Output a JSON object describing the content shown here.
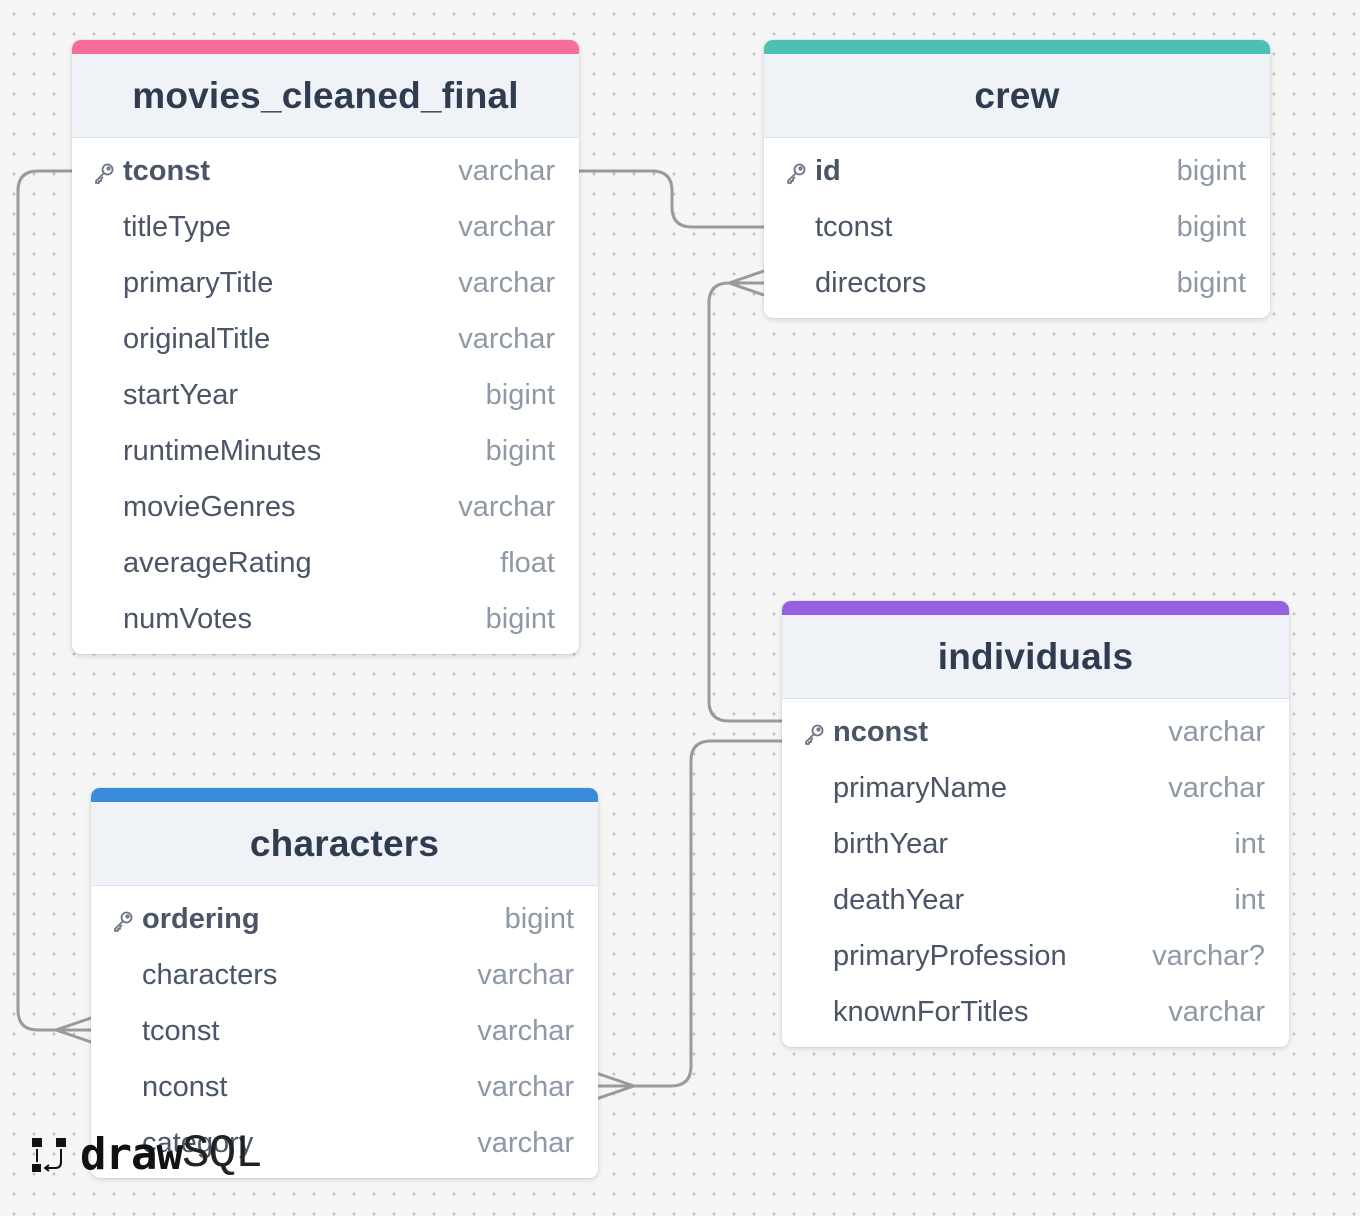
{
  "colors": {
    "movies_accent": "#f76e9b",
    "crew_accent": "#4cc1b3",
    "individuals_accent": "#9660e0",
    "characters_accent": "#378cdb",
    "connector": "#9a9a9a"
  },
  "tables": {
    "movies": {
      "name": "movies_cleaned_final",
      "rows": [
        {
          "name": "tconst",
          "type": "varchar",
          "pk": true
        },
        {
          "name": "titleType",
          "type": "varchar"
        },
        {
          "name": "primaryTitle",
          "type": "varchar"
        },
        {
          "name": "originalTitle",
          "type": "varchar"
        },
        {
          "name": "startYear",
          "type": "bigint"
        },
        {
          "name": "runtimeMinutes",
          "type": "bigint"
        },
        {
          "name": "movieGenres",
          "type": "varchar"
        },
        {
          "name": "averageRating",
          "type": "float"
        },
        {
          "name": "numVotes",
          "type": "bigint"
        }
      ]
    },
    "crew": {
      "name": "crew",
      "rows": [
        {
          "name": "id",
          "type": "bigint",
          "pk": true
        },
        {
          "name": "tconst",
          "type": "bigint"
        },
        {
          "name": "directors",
          "type": "bigint"
        }
      ]
    },
    "individuals": {
      "name": "individuals",
      "rows": [
        {
          "name": "nconst",
          "type": "varchar",
          "pk": true
        },
        {
          "name": "primaryName",
          "type": "varchar"
        },
        {
          "name": "birthYear",
          "type": "int"
        },
        {
          "name": "deathYear",
          "type": "int"
        },
        {
          "name": "primaryProfession",
          "type": "varchar?"
        },
        {
          "name": "knownForTitles",
          "type": "varchar"
        }
      ]
    },
    "characters": {
      "name": "characters",
      "rows": [
        {
          "name": "ordering",
          "type": "bigint",
          "pk": true
        },
        {
          "name": "characters",
          "type": "varchar"
        },
        {
          "name": "tconst",
          "type": "varchar"
        },
        {
          "name": "nconst",
          "type": "varchar"
        },
        {
          "name": "category",
          "type": "varchar"
        }
      ]
    }
  },
  "relations": [
    {
      "from": "movies_cleaned_final.tconst",
      "to": "crew.tconst",
      "kind": "one-to-one"
    },
    {
      "from": "individuals.nconst",
      "to": "crew.directors",
      "kind": "one-to-many"
    },
    {
      "from": "movies_cleaned_final.tconst",
      "to": "characters.tconst",
      "kind": "one-to-many"
    },
    {
      "from": "individuals.nconst",
      "to": "characters.nconst",
      "kind": "one-to-many"
    }
  ],
  "logo": {
    "draw": "draw",
    "sql": "SQL"
  }
}
